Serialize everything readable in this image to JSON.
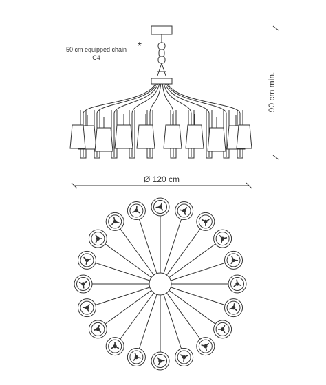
{
  "labels": {
    "chain_line1": "50 cm equipped chain",
    "chain_line2": "C4",
    "chain_marker": "*",
    "height": "90 cm min.",
    "diameter": "Ø 120 cm"
  },
  "colors": {
    "line": "#333333",
    "shade_fill": "#ffffff",
    "background": "#ffffff"
  },
  "icons": {
    "side_view": "chandelier-side-view",
    "top_view": "chandelier-top-view",
    "lamp_head": "lamp-head-icon"
  },
  "top_view": {
    "arm_count": 20
  },
  "side_view": {
    "shade_count": 10
  }
}
